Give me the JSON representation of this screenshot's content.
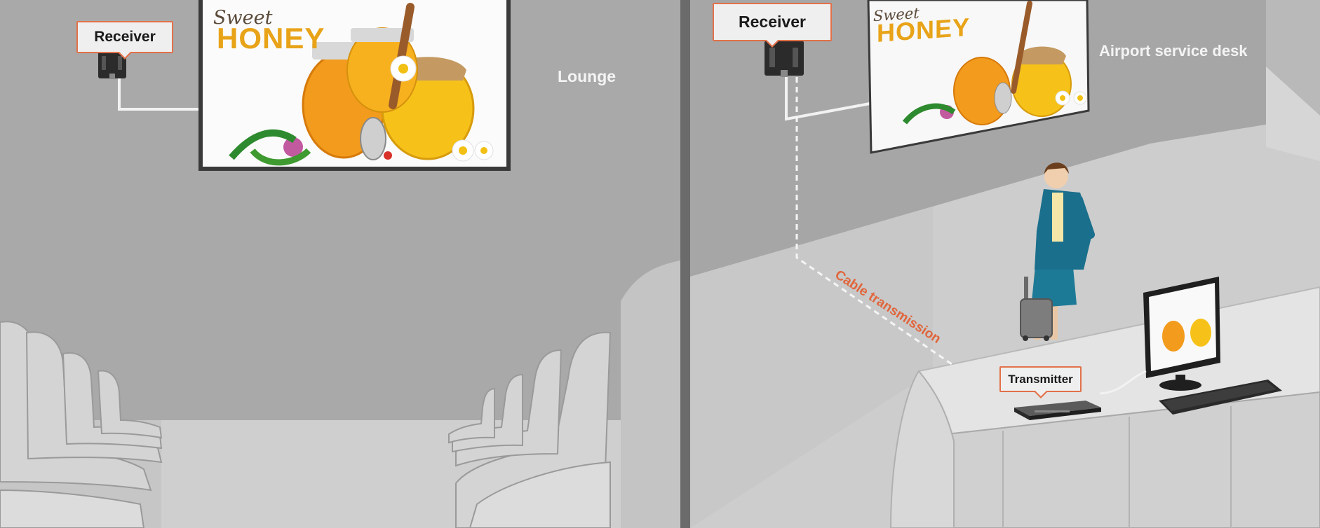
{
  "scenes": {
    "left": {
      "area_label": "Lounge",
      "receiver_label": "Receiver"
    },
    "right": {
      "area_label": "Airport service desk",
      "receiver_label": "Receiver",
      "transmitter_label": "Transmitter",
      "cable_label": "Cable transmission"
    }
  },
  "poster": {
    "script_text": "Sweet",
    "brand_text": "HONEY"
  },
  "icons": [
    "receiver-box-icon",
    "transmitter-box-icon",
    "tv-screen-icon",
    "monitor-icon",
    "keyboard-icon",
    "seat-icon",
    "suitcase-icon",
    "person-figure"
  ],
  "colors": {
    "wall": "#a8a8a8",
    "floor": "#cfcfcf",
    "callout_border": "#e2714a",
    "cable_label": "#e0663c",
    "honey_gold": "#e8a318",
    "divider": "#6b6b6b"
  }
}
